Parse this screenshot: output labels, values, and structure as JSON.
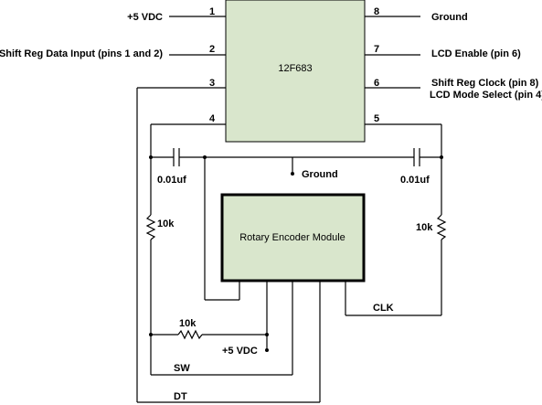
{
  "chip": {
    "name": "12F683",
    "pins": {
      "p1": "1",
      "p2": "2",
      "p3": "3",
      "p4": "4",
      "p5": "5",
      "p6": "6",
      "p7": "7",
      "p8": "8"
    },
    "connections": {
      "vdd": "+5 VDC",
      "data_input": "Shift Reg Data Input (pins 1 and 2)",
      "ground": "Ground",
      "lcd_enable": "LCD Enable (pin 6)",
      "shift_clock": "Shift Reg Clock (pin 8)",
      "lcd_mode": "LCD Mode Select (pin 4)"
    }
  },
  "components": {
    "cap_left": "0.01uf",
    "cap_right": "0.01uf",
    "ground_mid": "Ground",
    "res_left": "10k",
    "res_right": "10k",
    "res_bottom": "10k",
    "vdd_bottom": "+5 VDC"
  },
  "module": {
    "name": "Rotary Encoder Module"
  },
  "signals": {
    "clk": "CLK",
    "sw": "SW",
    "dt": "DT"
  }
}
